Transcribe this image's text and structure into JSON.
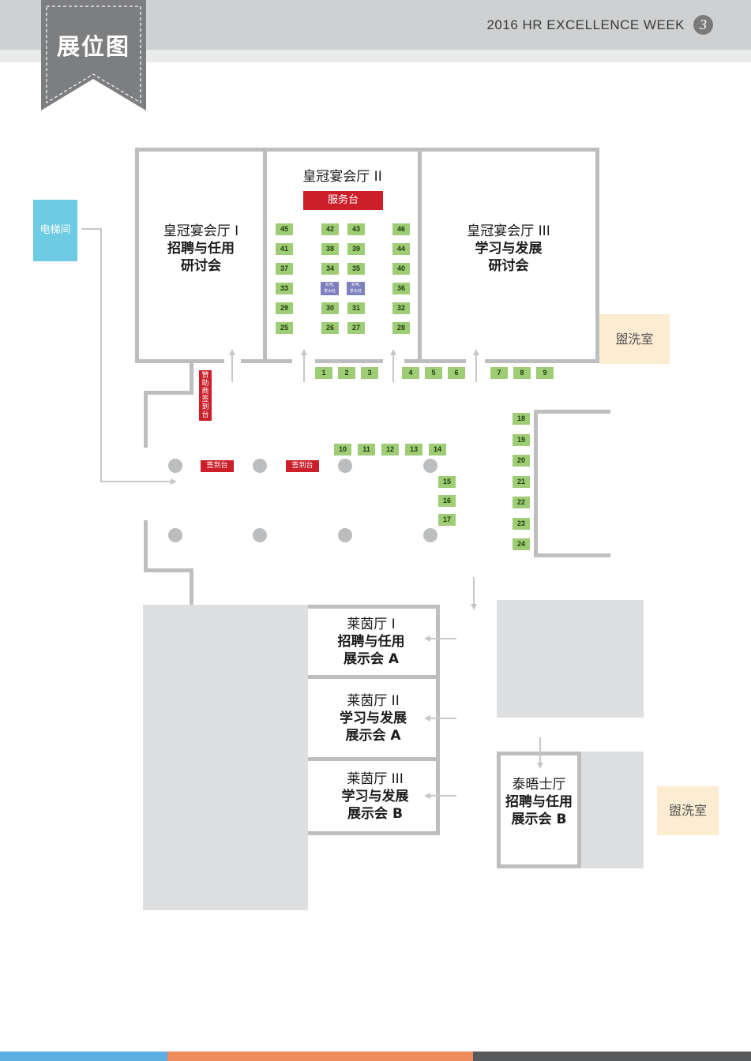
{
  "header": {
    "title": "2016 HR EXCELLENCE WEEK",
    "page_number": "3"
  },
  "ribbon": {
    "label": "展位图"
  },
  "elevator": {
    "label": "电梯间"
  },
  "halls": {
    "hall1": {
      "name": "皇冠宴会厅 I",
      "event_line1": "招聘与任用",
      "event_line2": "研讨会"
    },
    "hall2": {
      "name": "皇冠宴会厅 II",
      "service_desk": "服务台"
    },
    "hall3": {
      "name": "皇冠宴会厅 III",
      "event_line1": "学习与发展",
      "event_line2": "研讨会"
    },
    "rhine1": {
      "name": "莱茵厅 I",
      "event_line1": "招聘与任用",
      "event_line2": "展示会 A"
    },
    "rhine2": {
      "name": "莱茵厅 II",
      "event_line1": "学习与发展",
      "event_line2": "展示会 A"
    },
    "rhine3": {
      "name": "莱茵厅 III",
      "event_line1": "学习与发展",
      "event_line2": "展示会 B"
    },
    "thames": {
      "name": "泰晤士厅",
      "event_line1": "招聘与任用",
      "event_line2": "展示会 B"
    }
  },
  "restrooms": {
    "upper": "盥洗室",
    "lower": "盥洗室"
  },
  "sponsor_desk": {
    "label": "赞助商签到台"
  },
  "checkin_desks": [
    "签到台",
    "签到台"
  ],
  "charging_points": [
    {
      "line1": "充电,",
      "line2": "茶水处"
    },
    {
      "line1": "充电,",
      "line2": "茶水处"
    }
  ],
  "booths": {
    "b1": "1",
    "b2": "2",
    "b3": "3",
    "b4": "4",
    "b5": "5",
    "b6": "6",
    "b7": "7",
    "b8": "8",
    "b9": "9",
    "b10": "10",
    "b11": "11",
    "b12": "12",
    "b13": "13",
    "b14": "14",
    "b15": "15",
    "b16": "16",
    "b17": "17",
    "b18": "18",
    "b19": "19",
    "b20": "20",
    "b21": "21",
    "b22": "22",
    "b23": "23",
    "b24": "24",
    "b25": "25",
    "b26": "26",
    "b27": "27",
    "b28": "28",
    "b29": "29",
    "b30": "30",
    "b31": "31",
    "b32": "32",
    "b33": "33",
    "b34": "34",
    "b35": "35",
    "b36": "36",
    "b37": "37",
    "b38": "38",
    "b39": "39",
    "b40": "40",
    "b41": "41",
    "b42": "42",
    "b43": "43",
    "b44": "44",
    "b45": "45",
    "b46": "46"
  },
  "colors": {
    "booth": "#9fcd76",
    "wall": "#bdbebf",
    "red": "#cc1f2a",
    "elevator": "#6ecbe4",
    "restroom": "#fbecd2",
    "purple": "#7d7fbf",
    "footer_blue": "#5aaee0",
    "footer_orange": "#ec8c5a",
    "footer_gray": "#58595b"
  }
}
